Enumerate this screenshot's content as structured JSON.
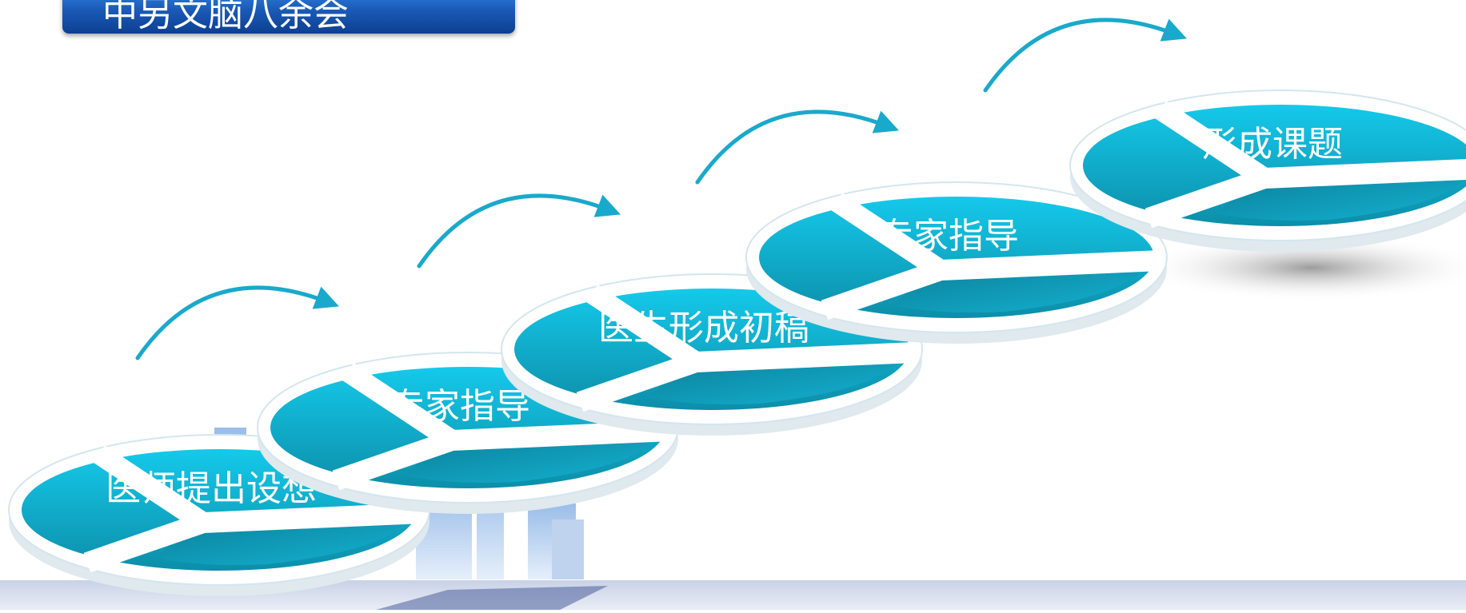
{
  "title": "中另文脑八余会",
  "colors": {
    "accent": "#1cb6d8",
    "disc_light": "#12c4e4",
    "disc_dark": "#0e8fac",
    "title_bg": "#1b5bb8",
    "arrow": "#19a9cc",
    "floor": "#d3daec"
  },
  "steps": [
    {
      "label": "医师提出设想"
    },
    {
      "label": "专家指导"
    },
    {
      "label": "医生形成初稿"
    },
    {
      "label": "专家指导"
    },
    {
      "label": "形成课题"
    }
  ]
}
